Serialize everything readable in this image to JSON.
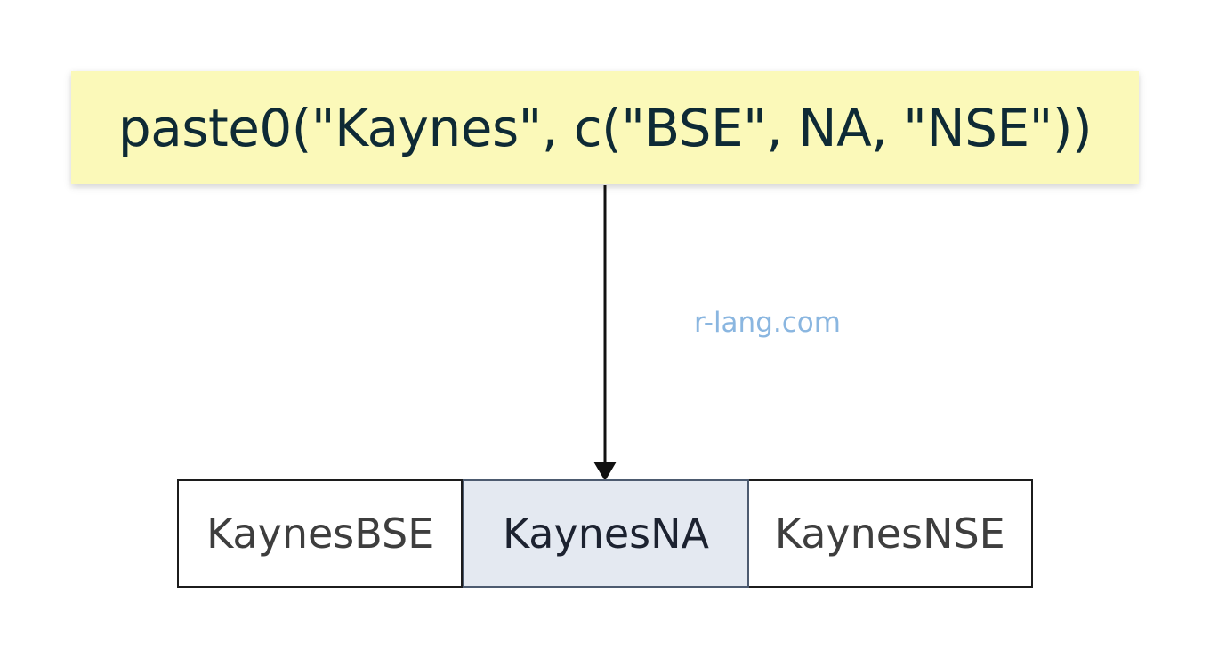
{
  "code": {
    "expression": "paste0(\"Kaynes\", c(\"BSE\", NA, \"NSE\"))"
  },
  "watermark": "r-lang.com",
  "results": [
    {
      "label": "KaynesBSE",
      "highlighted": false
    },
    {
      "label": "KaynesNA",
      "highlighted": true
    },
    {
      "label": "KaynesNSE",
      "highlighted": false
    }
  ],
  "colors": {
    "code_background": "#fbf9b9",
    "highlight_background": "#e4e9f1",
    "watermark": "#8ab6e0"
  }
}
